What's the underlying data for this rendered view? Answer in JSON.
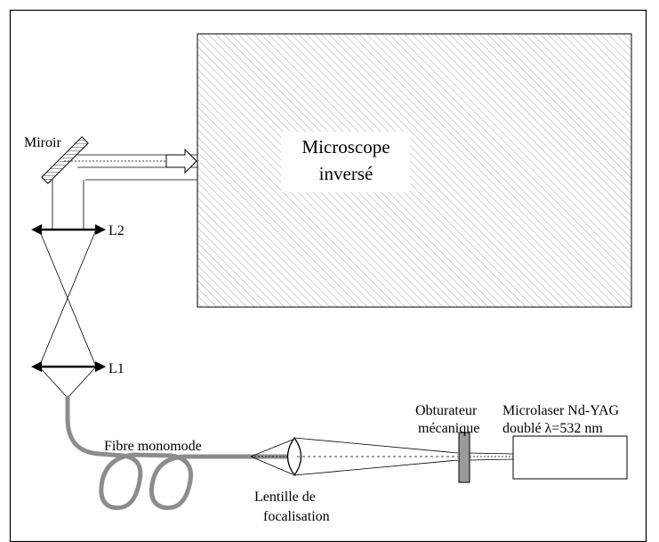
{
  "diagram": {
    "microscope_line1": "Microscope",
    "microscope_line2": "inversé",
    "mirror": "Miroir",
    "lens_l2": "L2",
    "lens_l1": "L1",
    "fiber": "Fibre monomode",
    "focus_lens_line1": "Lentille de",
    "focus_lens_line2": "focalisation",
    "shutter_line1": "Obturateur",
    "shutter_line2": "mécanique",
    "laser_line1": "Microlaser Nd-YAG",
    "laser_line2": "doublé λ=532 nm"
  },
  "colors": {
    "line": "#000000",
    "fiber": "#8c8c8c",
    "hatch": "#b0b0b0",
    "shutter": "#9a9a9a"
  }
}
